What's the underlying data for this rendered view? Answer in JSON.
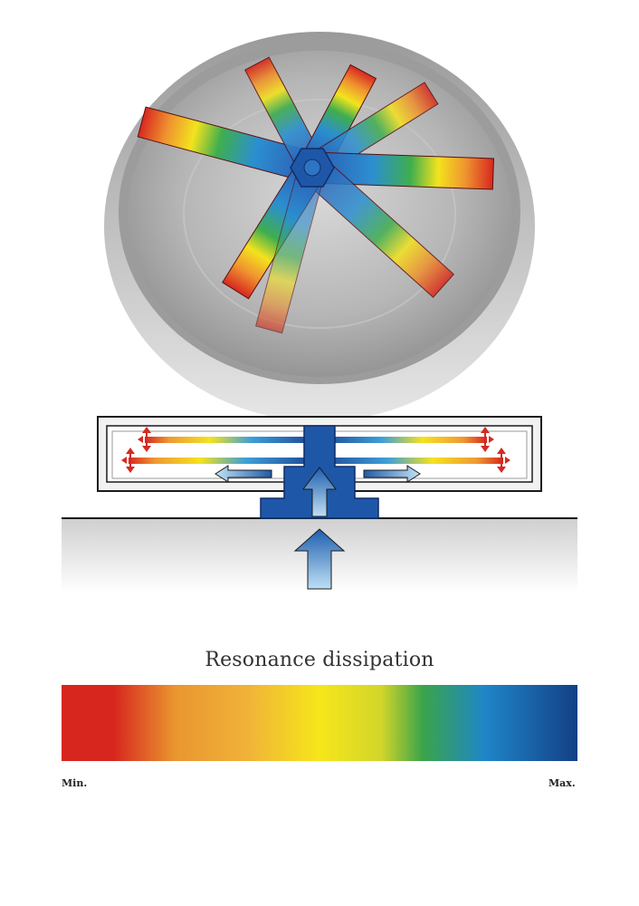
{
  "scale": {
    "title": "Resonance dissipation",
    "min_label": "Min.",
    "max_label": "Max."
  },
  "colors": {
    "scale_stops": [
      "#d7261e",
      "#e9962f",
      "#f6e61a",
      "#3aa44a",
      "#1f86c8",
      "#143f86"
    ],
    "outline": "#1b1b1b",
    "hub_blue": "#1f57a8",
    "arrow_red": "#d42a22"
  }
}
